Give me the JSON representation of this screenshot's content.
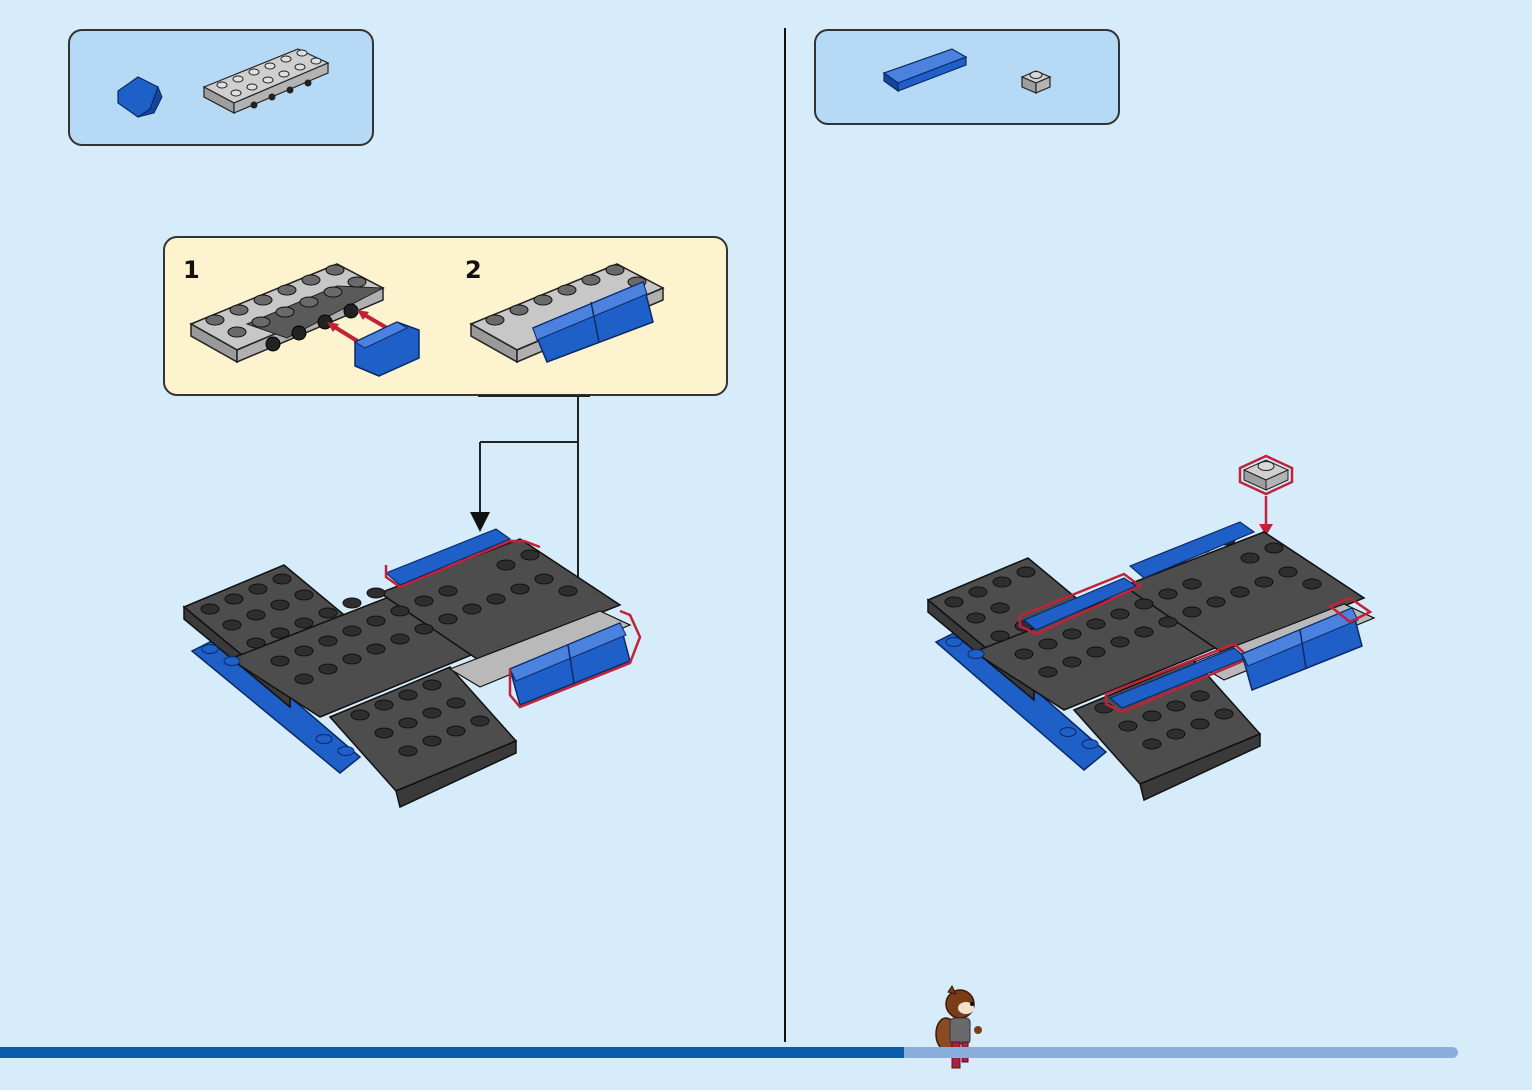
{
  "page": {
    "background_color": "#d6ecfb",
    "page_number": "",
    "progress": 0.62
  },
  "left_step": {
    "parts_list": [
      {
        "icon": "blue-slope-brick-icon",
        "color": "#1f5fc8"
      },
      {
        "icon": "gray-plate-with-side-studs-icon",
        "color": "#b9b9b9"
      }
    ],
    "substeps": [
      {
        "number": "1"
      },
      {
        "number": "2"
      }
    ]
  },
  "right_step": {
    "parts_list": [
      {
        "icon": "blue-tile-icon",
        "color": "#1f5fc8"
      },
      {
        "icon": "gray-1x1-plate-icon",
        "color": "#b9b9b9"
      }
    ]
  },
  "colors": {
    "dark_plate": "#4d4d4d",
    "light_plate": "#b9b9b9",
    "blue": "#1f5fc8",
    "highlight": "#c2213a",
    "callout_bg": "#fdf3cf",
    "parts_bg": "#b6daf5",
    "progress_done": "#0b5cad",
    "progress_remaining": "#8aaede"
  }
}
